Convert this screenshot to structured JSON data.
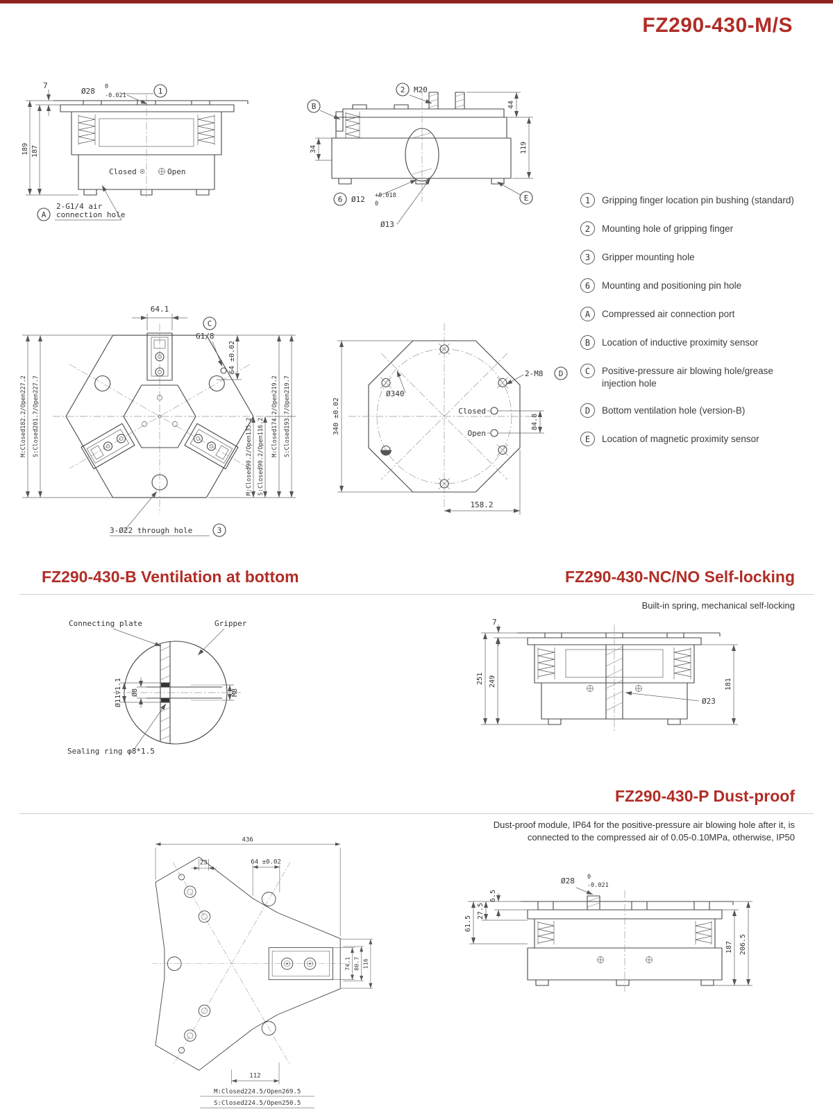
{
  "header": {
    "title": "FZ290-430-M/S"
  },
  "legend": {
    "items": [
      {
        "key": "1",
        "label": "Gripping finger location pin bushing (standard)"
      },
      {
        "key": "2",
        "label": "Mounting hole of gripping finger"
      },
      {
        "key": "3",
        "label": "Gripper mounting hole"
      },
      {
        "key": "6",
        "label": "Mounting and positioning pin hole"
      },
      {
        "key": "A",
        "label": "Compressed air connection port"
      },
      {
        "key": "B",
        "label": "Location of inductive proximity sensor"
      },
      {
        "key": "C",
        "label": "Positive-pressure air blowing hole/grease injection hole"
      },
      {
        "key": "D",
        "label": "Bottom ventilation hole (version-B)"
      },
      {
        "key": "E",
        "label": "Location of magnetic proximity sensor"
      }
    ]
  },
  "front_view": {
    "dia28": "Ø28",
    "dia28_tol_top": "0",
    "dia28_tol_bot": "-0.021",
    "callout_1": "1",
    "dim_7": "7",
    "dim_189": "189",
    "dim_187": "187",
    "closed": "Closed",
    "open": "Open",
    "air_line1": "2-G1/4 air",
    "air_line2": "connection hole",
    "callout_a": "A"
  },
  "side_view": {
    "callout_2": "2",
    "m20": "M20",
    "callout_b": "B",
    "dim_44": "44",
    "dim_119": "119",
    "dim_34": "34",
    "callout_6": "6",
    "dia12": "Ø12",
    "dia12_tol_top": "+0.018",
    "dia12_tol_bot": "0",
    "dia13": "Ø13",
    "callout_e": "E"
  },
  "top_view": {
    "dim_64_1": "64.1",
    "callout_c": "C",
    "g18": "G1/8",
    "dim_64": "64 ±0.02",
    "left_m": "M:Closed182.2/Open227.2",
    "left_s": "S:Closed201.7/Open227.7",
    "right_m1": "M:Closed90.2/Open135.2",
    "right_s1": "S:Closed90.2/Open116.2",
    "right_m2": "M:Closed174.2/Open219.2",
    "right_s2": "S:Closed193.7/Open219.7",
    "through_hole": "3-Ø22 through hole",
    "callout_3": "3"
  },
  "bottom_view": {
    "dia340": "Ø340",
    "two_m8": "2-M8",
    "callout_d": "D",
    "closed": "Closed",
    "open": "Open",
    "dim_84_8": "84.8",
    "dim_340": "340 ±0.02",
    "dim_158_2": "158.2"
  },
  "section_b": {
    "title": "FZ290-430-B Ventilation at bottom",
    "connecting_plate": "Connecting plate",
    "gripper": "Gripper",
    "dia11": "Ø11▽1.1",
    "dia8": "Ø8",
    "m8": "M8",
    "sealing_ring": "Sealing ring φ8*1.5"
  },
  "section_nc": {
    "title": "FZ290-430-NC/NO Self-locking",
    "subtitle": "Built-in spring, mechanical self-locking",
    "dim_7": "7",
    "dim_251": "251",
    "dim_249": "249",
    "dim_181": "181",
    "dia23": "Ø23"
  },
  "section_p": {
    "title": "FZ290-430-P Dust-proof",
    "subtitle_line1": "Dust-proof module, IP64 for the positive-pressure air blowing hole after it, is",
    "subtitle_line2": "connected to the compressed air of 0.05-0.10MPa, otherwise, IP50",
    "dim_436": "436",
    "dim_23": "23",
    "dim_64": "64 ±0.02",
    "dim_74_1": "74.1",
    "dim_80_7": "80.7",
    "dim_116": "116",
    "dim_112": "112",
    "m_label": "M:Closed224.5/Open269.5",
    "s_label": "S:Closed224.5/Open250.5",
    "dia28": "Ø28",
    "dia28_tol_top": "0",
    "dia28_tol_bot": "-0.021",
    "dim_61_5": "61.5",
    "dim_27_5": "27.5",
    "dim_6_5": "6.5",
    "dim_187": "187",
    "dim_206_5": "206.5"
  }
}
